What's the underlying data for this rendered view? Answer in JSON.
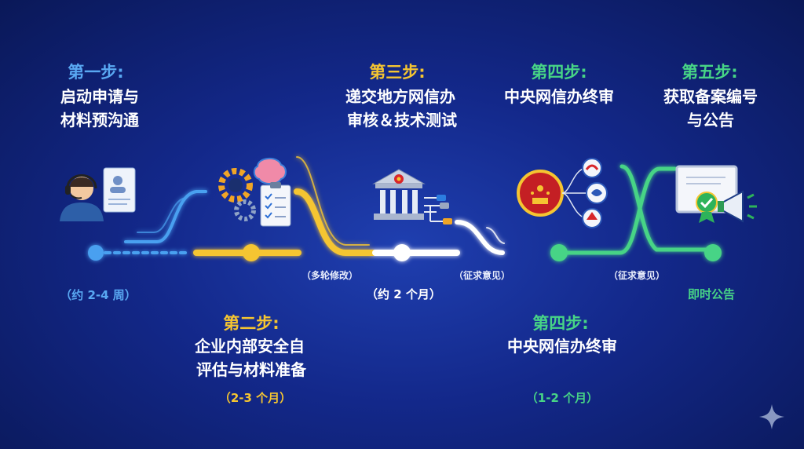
{
  "steps": {
    "s1": {
      "label": "第一步:",
      "title1": "启动申请与",
      "title2": "材料预沟通",
      "duration": "（约 2-4 周）"
    },
    "s2": {
      "label": "第二步:",
      "title1": "企业内部安全自",
      "title2": "评估与材料准备",
      "duration": "（2-3 个月）",
      "note": "（多轮修改）"
    },
    "s3": {
      "label": "第三步:",
      "title1": "递交地方网信办",
      "title2": "审核＆技术测试",
      "duration": "（约 2 个月）",
      "note": "（征求意见）"
    },
    "s4a": {
      "label": "第四步:",
      "title1": "中央网信办终审"
    },
    "s4b": {
      "label": "第四步:",
      "title1": "中央网信办终审",
      "duration": "（1-2 个月）",
      "note": "（征求意见）"
    },
    "s5": {
      "label": "第五步:",
      "title1": "获取备案编号",
      "title2": "与公告",
      "duration": "即时公告"
    }
  },
  "icons": {
    "consultant": "headset-consultant-icon",
    "gears": "gears-brain-checklist-icon",
    "gov": "government-building-icon",
    "emblems": "national-emblem-agencies-icon",
    "certificate": "certificate-megaphone-icon",
    "sparkle": "sparkle-icon"
  },
  "colors": {
    "blue": "#59a8f2",
    "yellow": "#f5c531",
    "white": "#ffffff",
    "green": "#47d486"
  }
}
